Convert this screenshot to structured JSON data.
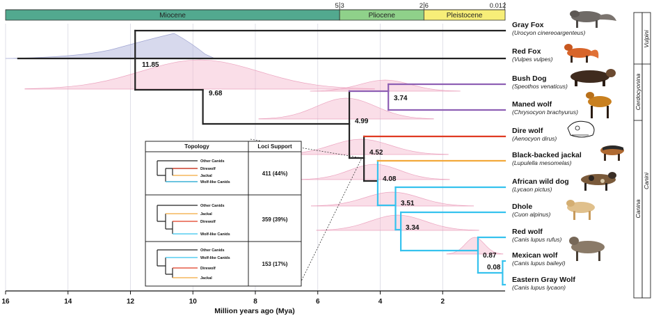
{
  "epochs": [
    {
      "name": "Miocene",
      "from": 16.0,
      "to": 5.3,
      "color": "#52a98f"
    },
    {
      "name": "Pliocene",
      "from": 5.3,
      "to": 2.6,
      "color": "#8fd18a"
    },
    {
      "name": "Pleistocene",
      "from": 2.6,
      "to": 0.0,
      "color": "#f7ee78"
    }
  ],
  "epoch_boundaries": [
    "5.3",
    "2.6",
    "0.012"
  ],
  "axis": {
    "title": "Million years ago (Mya)",
    "ticks": [
      16,
      14,
      12,
      10,
      8,
      6,
      4,
      2
    ],
    "range": [
      16.0,
      0.0
    ]
  },
  "taxa": [
    {
      "name": "Gray Fox",
      "latin": "(Urocyon cinereoargenteus)"
    },
    {
      "name": "Red Fox",
      "latin": "(Vulpes vulpes)"
    },
    {
      "name": "Bush Dog",
      "latin": "(Speothos venaticus)"
    },
    {
      "name": "Maned wolf",
      "latin": "(Chrysocyon brachyurus)"
    },
    {
      "name": "Dire wolf",
      "latin": "(Aenocyon dirus)"
    },
    {
      "name": "Black-backed jackal",
      "latin": "(Lupulella mesomelas)"
    },
    {
      "name": "African wild dog",
      "latin": "(Lycaon pictus)"
    },
    {
      "name": "Dhole",
      "latin": "(Cuon alpinus)"
    },
    {
      "name": "Red wolf",
      "latin": "(Canis lupus rufus)"
    },
    {
      "name": "Mexican wolf",
      "latin": "(Canis lupus baileyi)"
    },
    {
      "name": "Eastern Gray Wolf",
      "latin": "(Canis lupus lycaon)"
    }
  ],
  "nodes": [
    {
      "age": "11.85",
      "value": 11.85
    },
    {
      "age": "9.68",
      "value": 9.68
    },
    {
      "age": "4.99",
      "value": 4.99
    },
    {
      "age": "3.74",
      "value": 3.74
    },
    {
      "age": "4.52",
      "value": 4.52
    },
    {
      "age": "4.08",
      "value": 4.08
    },
    {
      "age": "3.51",
      "value": 3.51
    },
    {
      "age": "3.34",
      "value": 3.34
    },
    {
      "age": "0.87",
      "value": 0.87
    },
    {
      "age": "0.08",
      "value": 0.08
    }
  ],
  "clades": {
    "tribes": [
      "Vulpini",
      "Canini"
    ],
    "subtribes": [
      "Cerdocyonina",
      "Canina"
    ]
  },
  "branch_colors": {
    "stem": "#222222",
    "cerdocyonina": "#8e5fb4",
    "direwolf": "#e03a22",
    "jackal": "#f2a93b",
    "wolf_like": "#35c2ee"
  },
  "inset": {
    "headers": [
      "Topology",
      "Loci Support"
    ],
    "rows": [
      {
        "leaves": [
          "Other Canids",
          "Direwolf",
          "Jackal",
          "Wolf-like Canids"
        ],
        "support": "411 (44%)"
      },
      {
        "leaves": [
          "Other Canids",
          "Jackal",
          "Direwolf",
          "Wolf-like Canids"
        ],
        "support": "359 (39%)"
      },
      {
        "leaves": [
          "Other Canids",
          "Wolf-like Canids",
          "Direwolf",
          "Jackal"
        ],
        "support": "153 (17%)"
      }
    ]
  }
}
